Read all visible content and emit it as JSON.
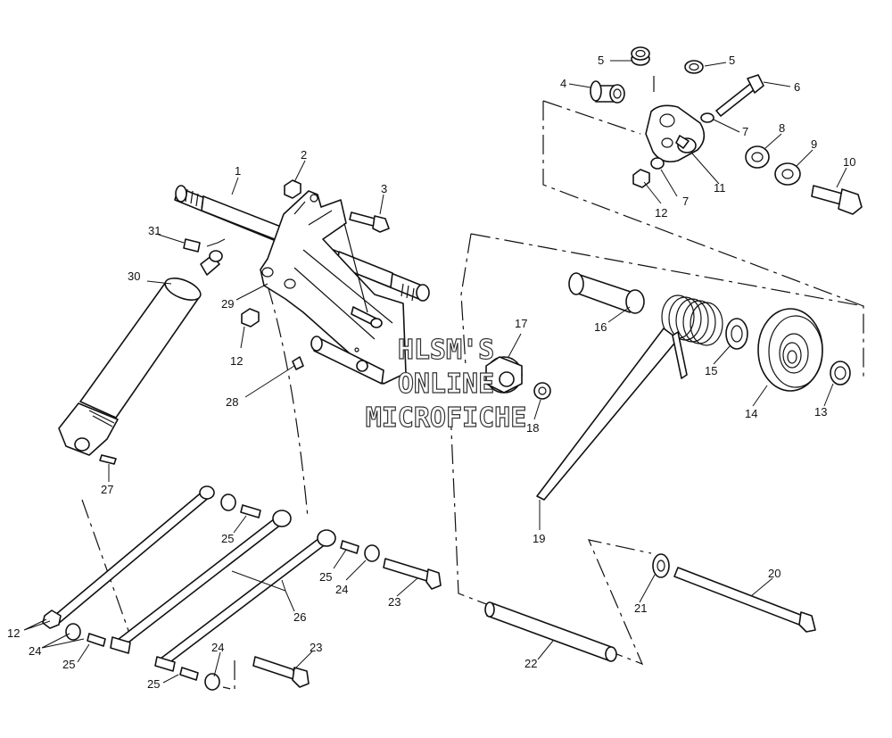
{
  "watermark": {
    "line1": "HLSM'S",
    "line2": "ONLINE",
    "line3": "MICROFICHE"
  },
  "callouts": {
    "c1": "1",
    "c2": "2",
    "c3": "3",
    "c4": "4",
    "c5a": "5",
    "c5b": "5",
    "c6": "6",
    "c7a": "7",
    "c7b": "7",
    "c8": "8",
    "c9": "9",
    "c10": "10",
    "c11": "11",
    "c12a": "12",
    "c12b": "12",
    "c12c": "12",
    "c13": "13",
    "c14": "14",
    "c15": "15",
    "c16": "16",
    "c17": "17",
    "c18": "18",
    "c19": "19",
    "c20": "20",
    "c21": "21",
    "c22": "22",
    "c23a": "23",
    "c23b": "23",
    "c24a": "24",
    "c24b": "24",
    "c24c": "24",
    "c25a": "25",
    "c25b": "25",
    "c25c": "25",
    "c25d": "25",
    "c26": "26",
    "c27": "27",
    "c28": "28",
    "c29": "29",
    "c30": "30",
    "c31": "31"
  }
}
